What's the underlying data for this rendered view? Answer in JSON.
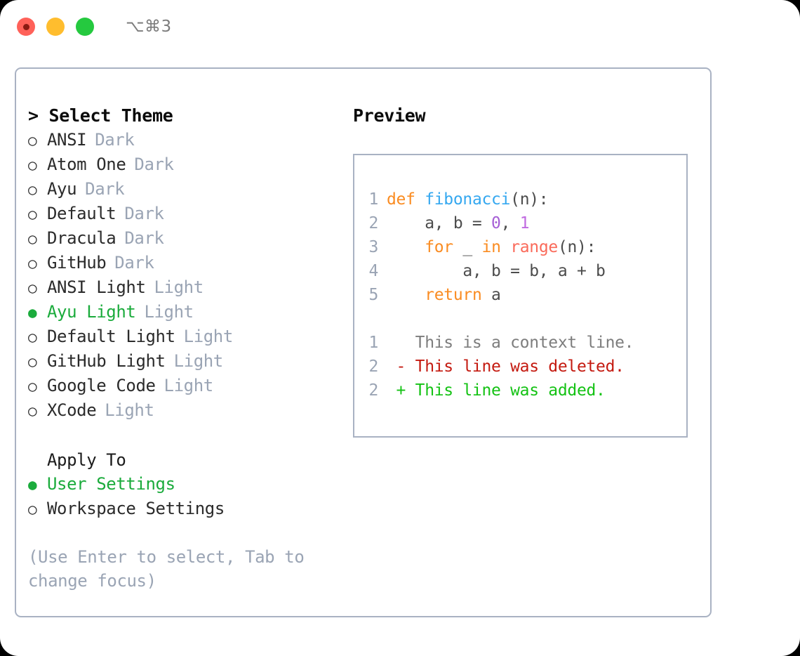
{
  "titlebar": {
    "shortcut": "⌥⌘3",
    "dots": [
      {
        "name": "close-dot",
        "color": "#ff6159"
      },
      {
        "name": "minimize-dot",
        "color": "#ffbd2e"
      },
      {
        "name": "maximize-dot",
        "color": "#25c93f"
      }
    ]
  },
  "theme_section": {
    "header": "> Select Theme",
    "marker_selected": "●",
    "marker_unselected": "○",
    "options": [
      {
        "name": "ANSI",
        "tag": "Dark",
        "selected": false
      },
      {
        "name": "Atom One",
        "tag": "Dark",
        "selected": false
      },
      {
        "name": "Ayu",
        "tag": "Dark",
        "selected": false
      },
      {
        "name": "Default",
        "tag": "Dark",
        "selected": false
      },
      {
        "name": "Dracula",
        "tag": "Dark",
        "selected": false
      },
      {
        "name": "GitHub",
        "tag": "Dark",
        "selected": false
      },
      {
        "name": "ANSI Light",
        "tag": "Light",
        "selected": false
      },
      {
        "name": "Ayu Light",
        "tag": "Light",
        "selected": true
      },
      {
        "name": "Default Light",
        "tag": "Light",
        "selected": false
      },
      {
        "name": "GitHub Light",
        "tag": "Light",
        "selected": false
      },
      {
        "name": "Google Code",
        "tag": "Light",
        "selected": false
      },
      {
        "name": "XCode",
        "tag": "Light",
        "selected": false
      }
    ]
  },
  "apply_to_section": {
    "header": "Apply To",
    "options": [
      {
        "name": "User Settings",
        "selected": true
      },
      {
        "name": "Workspace Settings",
        "selected": false
      }
    ]
  },
  "hint": "(Use Enter to select, Tab to change focus)",
  "preview": {
    "header": "Preview",
    "code_lines": [
      {
        "num": "1",
        "tokens": [
          {
            "t": "def ",
            "c": "kw"
          },
          {
            "t": "fibonacci",
            "c": "fn"
          },
          {
            "t": "(n):",
            "c": "pl"
          }
        ]
      },
      {
        "num": "2",
        "tokens": [
          {
            "t": "    a, b = ",
            "c": "pl"
          },
          {
            "t": "0",
            "c": "num"
          },
          {
            "t": ", ",
            "c": "pl"
          },
          {
            "t": "1",
            "c": "num2"
          }
        ]
      },
      {
        "num": "3",
        "tokens": [
          {
            "t": "    ",
            "c": "pl"
          },
          {
            "t": "for",
            "c": "kw"
          },
          {
            "t": " _ ",
            "c": "pl"
          },
          {
            "t": "in",
            "c": "kw"
          },
          {
            "t": " ",
            "c": "pl"
          },
          {
            "t": "range",
            "c": "bi"
          },
          {
            "t": "(n):",
            "c": "pl"
          }
        ]
      },
      {
        "num": "4",
        "tokens": [
          {
            "t": "        a, b = b, a + b",
            "c": "pl"
          }
        ]
      },
      {
        "num": "5",
        "tokens": [
          {
            "t": "    ",
            "c": "pl"
          },
          {
            "t": "return",
            "c": "kw"
          },
          {
            "t": " a",
            "c": "pl"
          }
        ]
      }
    ],
    "diff_lines": [
      {
        "num": "1",
        "sign": " ",
        "text": " This is a context line.",
        "kind": "ctx"
      },
      {
        "num": "2",
        "sign": "-",
        "text": " This line was deleted.",
        "kind": "del"
      },
      {
        "num": "2",
        "sign": "+",
        "text": " This line was added.",
        "kind": "add"
      }
    ]
  },
  "colors": {
    "accent_green": "#1bab3c",
    "muted": "#9aa4b4",
    "border": "#a9b2c3",
    "keyword": "#fa8c22",
    "function": "#35a8f0",
    "number": "#a65fd6",
    "builtin": "#fa6a5a",
    "diff_delete": "#c41a10",
    "diff_add": "#14c214"
  }
}
